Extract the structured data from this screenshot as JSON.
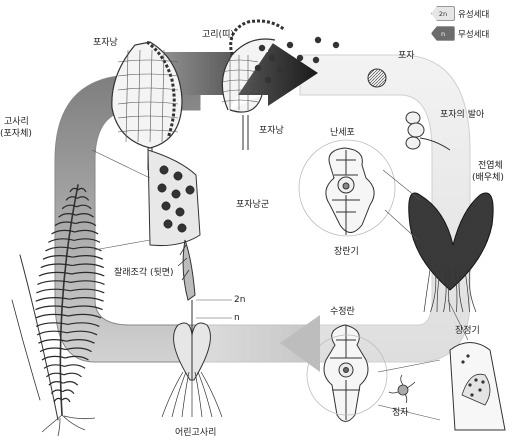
{
  "legend": {
    "diploid": {
      "badge": "2n",
      "label": "유성세대"
    },
    "haploid": {
      "badge": "n",
      "label": "무성세대"
    }
  },
  "labels": {
    "fern": "고사리",
    "fern_sub": "(포자체)",
    "sporangium_top": "포자낭",
    "annulus": "고리(띠)",
    "sporangium_mid": "포자낭",
    "spore": "포자",
    "spore_germination": "포자의 발아",
    "prothallus": "전엽체",
    "prothallus_sub": "(배우체)",
    "egg_cell": "난세포",
    "archegonium": "장란기",
    "sorus": "포자낭군",
    "leaf_piece": "잘래조각 (뒷면)",
    "label_2n": "2n",
    "label_n": "n",
    "zygote": "수정란",
    "antheridium": "장정기",
    "sperm": "정자",
    "young_fern": "어린고사리"
  }
}
